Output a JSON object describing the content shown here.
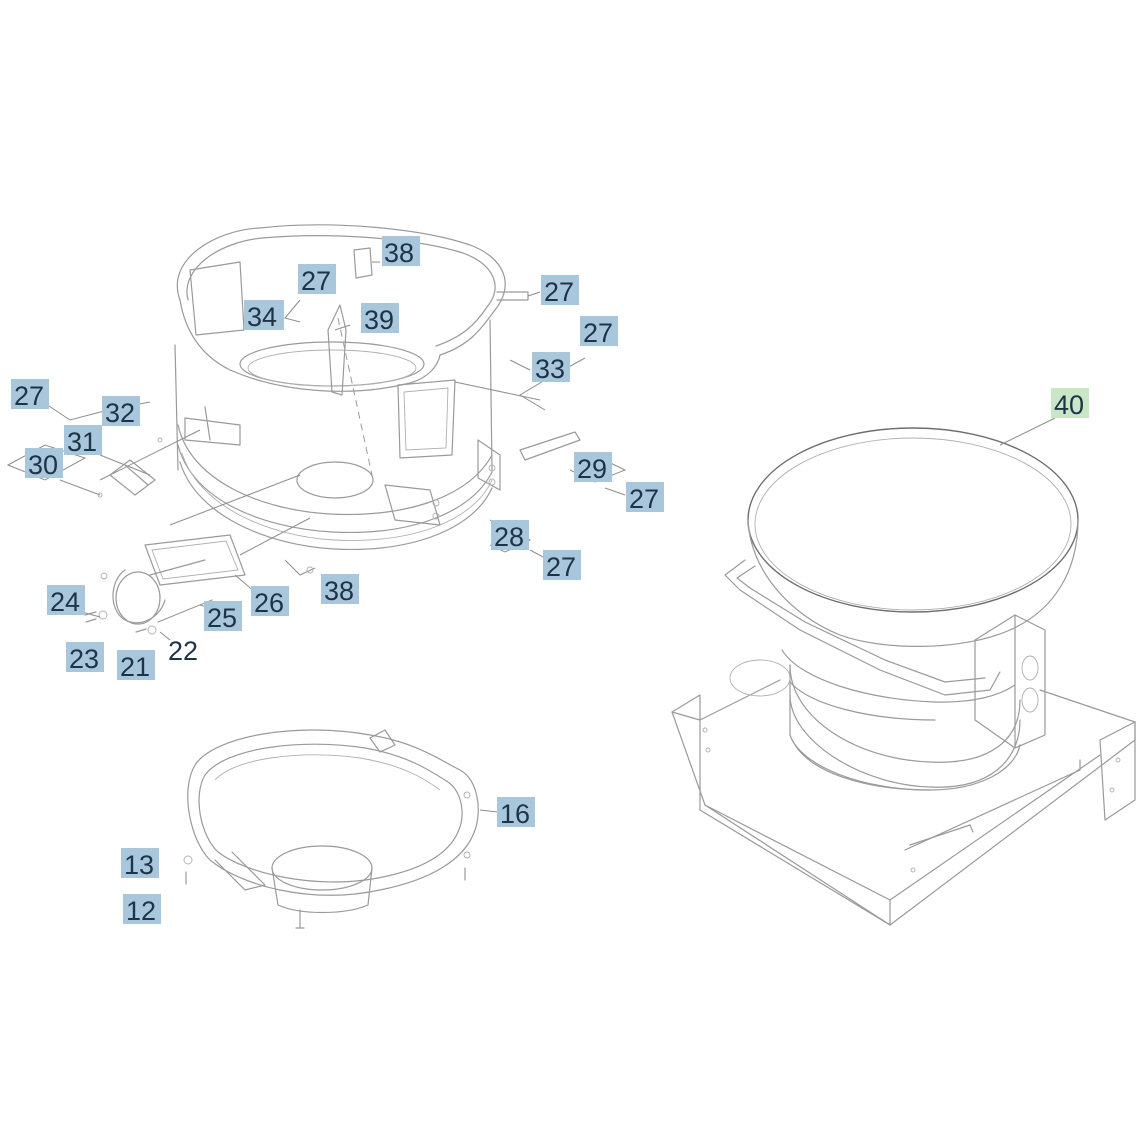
{
  "colors": {
    "label_fill": "#a9c7dc",
    "label_highlight_fill": "#c9e6c6",
    "line": "#9a9a9a"
  },
  "labels": [
    {
      "id": "c1_38_top",
      "text": "38",
      "boxed": true
    },
    {
      "id": "c1_27_a",
      "text": "27",
      "boxed": true
    },
    {
      "id": "c1_27_b",
      "text": "27",
      "boxed": true
    },
    {
      "id": "c1_34",
      "text": "34",
      "boxed": true
    },
    {
      "id": "c1_39",
      "text": "39",
      "boxed": true
    },
    {
      "id": "c1_27_c",
      "text": "27",
      "boxed": true
    },
    {
      "id": "c1_33",
      "text": "33",
      "boxed": true
    },
    {
      "id": "c1_27_d",
      "text": "27",
      "boxed": true
    },
    {
      "id": "c1_32",
      "text": "32",
      "boxed": true
    },
    {
      "id": "c1_31",
      "text": "31",
      "boxed": true
    },
    {
      "id": "c1_30",
      "text": "30",
      "boxed": true
    },
    {
      "id": "c1_29",
      "text": "29",
      "boxed": true
    },
    {
      "id": "c1_27_e",
      "text": "27",
      "boxed": true
    },
    {
      "id": "c1_28",
      "text": "28",
      "boxed": true
    },
    {
      "id": "c1_27_f",
      "text": "27",
      "boxed": true
    },
    {
      "id": "c1_26",
      "text": "26",
      "boxed": true
    },
    {
      "id": "c1_38_bottom",
      "text": "38",
      "boxed": true
    },
    {
      "id": "c1_25",
      "text": "25",
      "boxed": true
    },
    {
      "id": "c1_24",
      "text": "24",
      "boxed": true
    },
    {
      "id": "c1_23",
      "text": "23",
      "boxed": true
    },
    {
      "id": "c1_21",
      "text": "21",
      "boxed": true
    },
    {
      "id": "c1_22",
      "text": "22",
      "boxed": false
    },
    {
      "id": "c2_16",
      "text": "16",
      "boxed": true
    },
    {
      "id": "c2_13",
      "text": "13",
      "boxed": true
    },
    {
      "id": "c2_12",
      "text": "12",
      "boxed": true
    },
    {
      "id": "c3_40",
      "text": "40",
      "boxed": true,
      "highlight": true
    }
  ]
}
